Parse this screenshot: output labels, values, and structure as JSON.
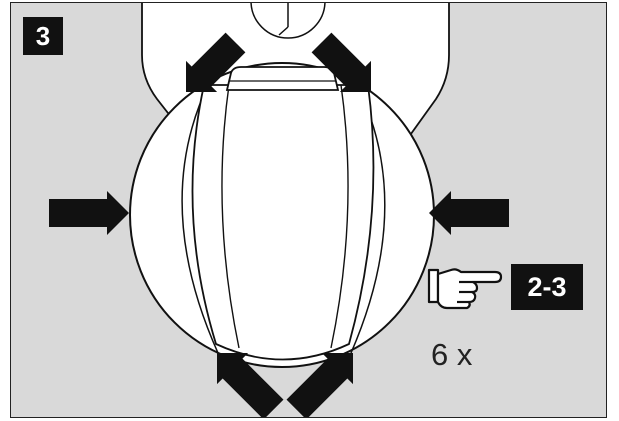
{
  "figure": {
    "step_number": "3",
    "reference_steps": "2-3",
    "repeat_count": "6 x",
    "colors": {
      "background": "#d9d9d9",
      "line": "#111111",
      "part_fill": "#ffffff",
      "badge_fill": "#111111",
      "badge_text": "#ffffff"
    },
    "icons": [
      "pointing-hand-icon",
      "press-arrow-icon"
    ]
  }
}
